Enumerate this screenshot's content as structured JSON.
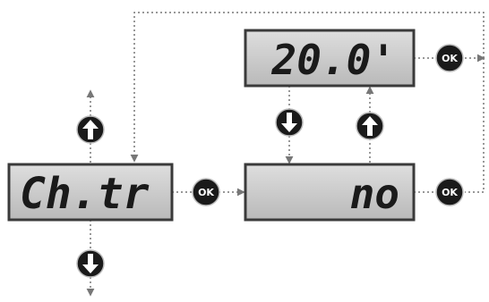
{
  "displays": {
    "main": {
      "text": "Ch.tr"
    },
    "option": {
      "text": "no"
    },
    "value": {
      "text": "20.0'"
    }
  },
  "buttons": {
    "ok_label": "OK"
  },
  "colors": {
    "button_bg": "#1a1a1a",
    "button_fg": "#ffffff",
    "lcd_bg_top": "#d8d8d8",
    "lcd_bg_bottom": "#bdbdbd",
    "lcd_border": "#3a3a3a",
    "connector": "#777777"
  }
}
